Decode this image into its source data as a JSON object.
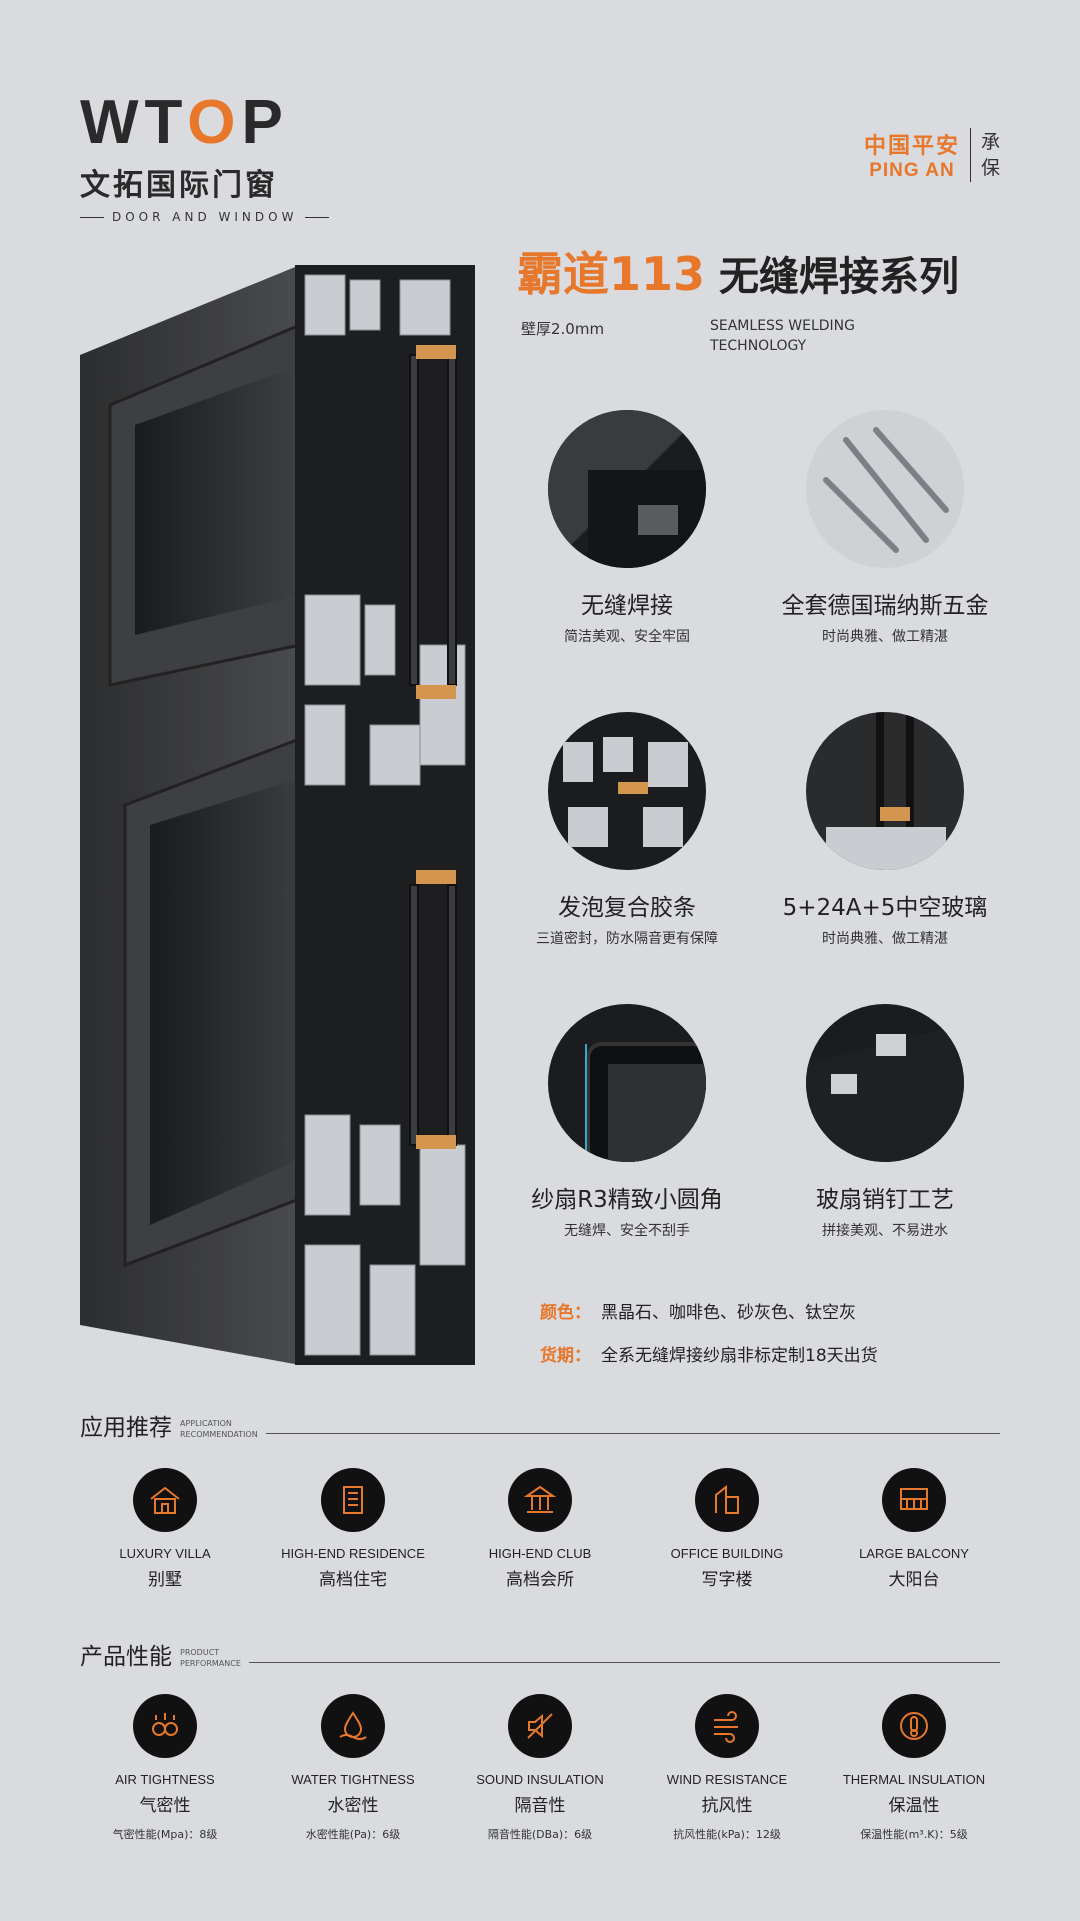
{
  "brand": {
    "logo_text": "WTOP",
    "cn_name": "文拓国际门窗",
    "tagline": "DOOR AND WINDOW",
    "partner_cn": "中国平安",
    "partner_en": "PING AN",
    "partner_note": "承保"
  },
  "title": {
    "main": "霸道113",
    "sub": "无缝焊接系列",
    "thickness": "壁厚2.0mm",
    "en_line1": "SEAMLESS WELDING",
    "en_line2": "TECHNOLOGY"
  },
  "features": [
    {
      "title": "无缝焊接",
      "desc": "简洁美观、安全牢固",
      "icon": "corner-weld-icon"
    },
    {
      "title": "全套德国瑞纳斯五金",
      "desc": "时尚典雅、做工精湛",
      "icon": "hardware-icon"
    },
    {
      "title": "发泡复合胶条",
      "desc": "三道密封，防水隔音更有保障",
      "icon": "foam-strip-icon"
    },
    {
      "title": "5+24A+5中空玻璃",
      "desc": "时尚典雅、做工精湛",
      "icon": "hollow-glass-icon"
    },
    {
      "title": "纱扇R3精致小圆角",
      "desc": "无缝焊、安全不刮手",
      "icon": "screen-corner-icon"
    },
    {
      "title": "玻扇销钉工艺",
      "desc": "拼接美观、不易进水",
      "icon": "pin-process-icon"
    }
  ],
  "info": {
    "color_key": "颜色：",
    "color_val": "黑晶石、咖啡色、砂灰色、钛空灰",
    "delivery_key": "货期：",
    "delivery_val": "全系无缝焊接纱扇非标定制18天出货"
  },
  "application": {
    "heading": "应用推荐",
    "heading_en1": "APPLICATION",
    "heading_en2": "RECOMMENDATION",
    "items": [
      {
        "en": "LUXURY VILLA",
        "cn": "别墅",
        "icon": "villa-icon"
      },
      {
        "en": "HIGH-END RESIDENCE",
        "cn": "高档住宅",
        "icon": "residence-icon"
      },
      {
        "en": "HIGH-END CLUB",
        "cn": "高档会所",
        "icon": "club-icon"
      },
      {
        "en": "OFFICE BUILDING",
        "cn": "写字楼",
        "icon": "office-icon"
      },
      {
        "en": "LARGE BALCONY",
        "cn": "大阳台",
        "icon": "balcony-icon"
      }
    ]
  },
  "performance": {
    "heading": "产品性能",
    "heading_en1": "PRODUCT",
    "heading_en2": "PERFORMANCE",
    "items": [
      {
        "en": "AIR TIGHTNESS",
        "cn": "气密性",
        "spec": "气密性能(Mpa)：8级",
        "icon": "air-icon"
      },
      {
        "en": "WATER TIGHTNESS",
        "cn": "水密性",
        "spec": "水密性能(Pa)：6级",
        "icon": "water-icon"
      },
      {
        "en": "SOUND INSULATION",
        "cn": "隔音性",
        "spec": "隔音性能(DBa)：6级",
        "icon": "sound-icon"
      },
      {
        "en": "WIND RESISTANCE",
        "cn": "抗风性",
        "spec": "抗风性能(kPa)：12级",
        "icon": "wind-icon"
      },
      {
        "en": "THERMAL INSULATION",
        "cn": "保温性",
        "spec": "保温性能(m³.K)：5级",
        "icon": "thermal-icon"
      }
    ]
  },
  "colors": {
    "accent": "#e7772b",
    "background": "#d9dbdf",
    "frame": "#3a3b3d"
  }
}
